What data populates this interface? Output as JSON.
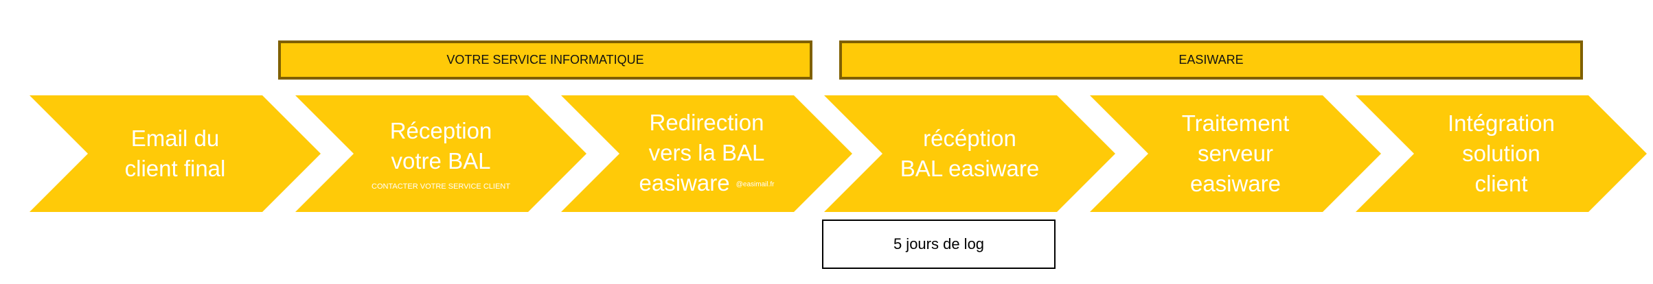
{
  "headers": {
    "it_service": "VOTRE SERVICE INFORMATIQUE",
    "easiware": "EASIWARE"
  },
  "steps": [
    {
      "lines": [
        "Email du",
        "client final"
      ]
    },
    {
      "lines": [
        "Réception",
        "votre BAL"
      ],
      "note": "CONTACTER VOTRE SERVICE CLIENT"
    },
    {
      "lines": [
        "Redirection",
        "vers la BAL",
        "easiware"
      ],
      "note": "@easimail.fr"
    },
    {
      "lines": [
        "récéption",
        "BAL easiware"
      ]
    },
    {
      "lines": [
        "Traitement",
        "serveur",
        "easiware"
      ]
    },
    {
      "lines": [
        "Intégration",
        "solution",
        "client"
      ]
    }
  ],
  "log_box": "5 jours de log",
  "colors": {
    "chevron": "#FFCA08",
    "header_border": "#7F6000"
  }
}
